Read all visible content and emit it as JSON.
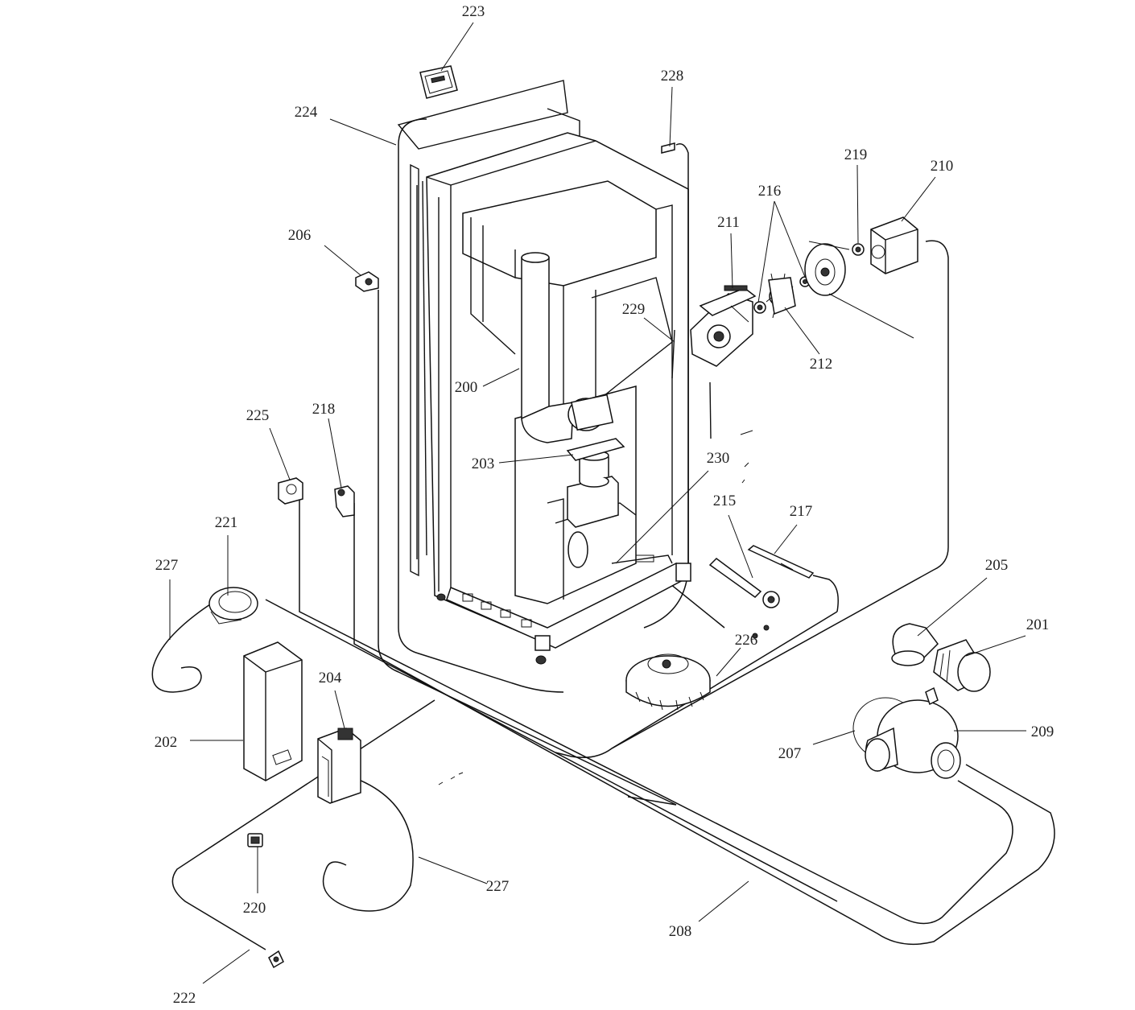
{
  "labels": {
    "p200": "200",
    "p201": "201",
    "p202": "202",
    "p203": "203",
    "p204": "204",
    "p205": "205",
    "p206": "206",
    "p207": "207",
    "p208": "208",
    "p209": "209",
    "p210": "210",
    "p211": "211",
    "p212": "212",
    "p215": "215",
    "p216": "216",
    "p217": "217",
    "p218": "218",
    "p219": "219",
    "p220": "220",
    "p221": "221",
    "p222": "222",
    "p223": "223",
    "p224": "224",
    "p225": "225",
    "p226": "226",
    "p227a": "227",
    "p227b": "227",
    "p228": "228",
    "p229": "229",
    "p230": "230"
  }
}
